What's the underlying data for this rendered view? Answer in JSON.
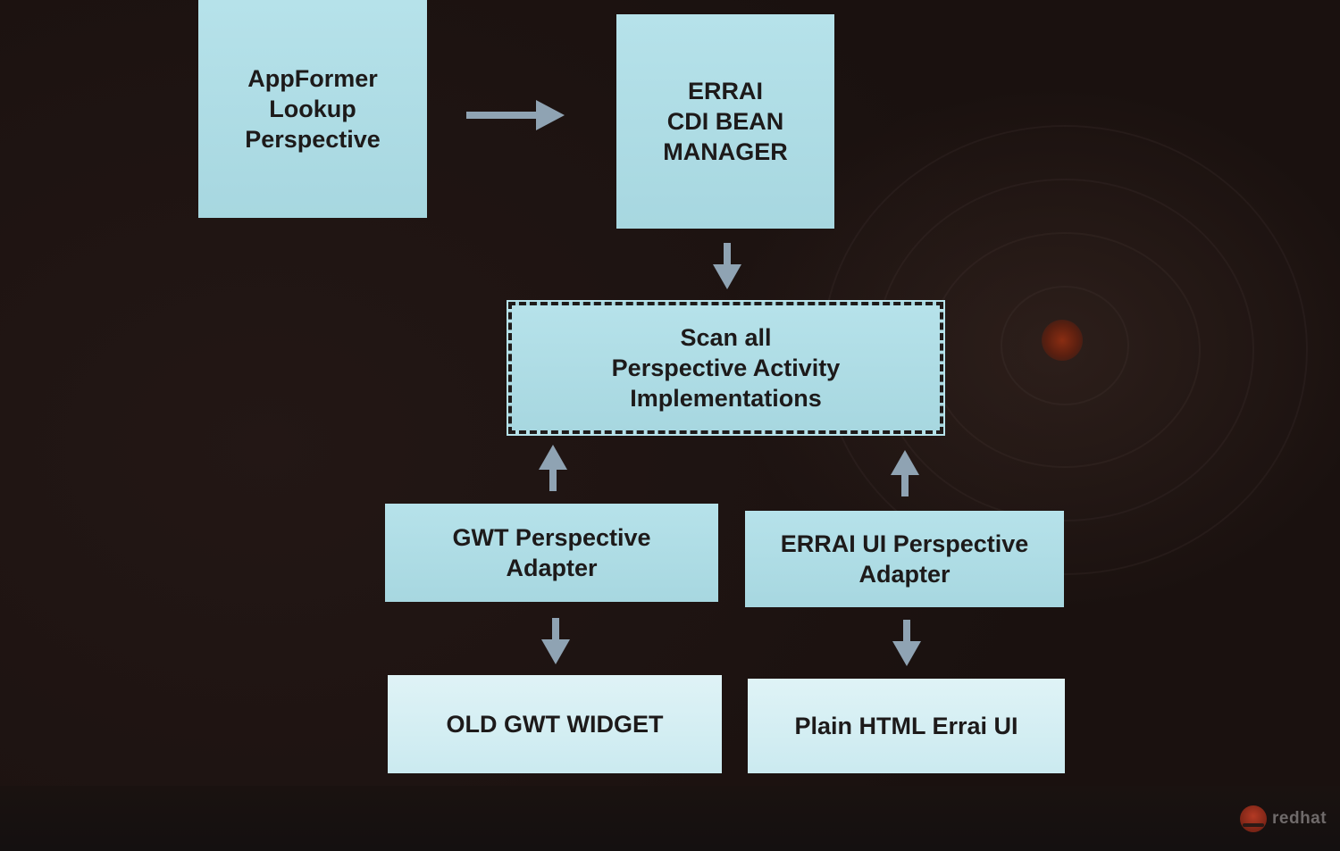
{
  "diagram": {
    "nodes": {
      "appformer": "AppFormer\nLookup\nPerspective",
      "errai_cdi": "ERRAI\nCDI BEAN\nMANAGER",
      "scan": "Scan all\nPerspective Activity\nImplementations",
      "gwt_adapter": "GWT Perspective\nAdapter",
      "errai_ui_adapter": "ERRAI UI Perspective\nAdapter",
      "old_widget": "OLD GWT WIDGET",
      "plain_html": "Plain HTML Errai UI"
    },
    "edges": [
      {
        "from": "appformer",
        "to": "errai_cdi"
      },
      {
        "from": "errai_cdi",
        "to": "scan"
      },
      {
        "from": "gwt_adapter",
        "to": "scan"
      },
      {
        "from": "errai_ui_adapter",
        "to": "scan"
      },
      {
        "from": "gwt_adapter",
        "to": "old_widget"
      },
      {
        "from": "errai_ui_adapter",
        "to": "plain_html"
      }
    ],
    "colors": {
      "box_fill": "#b1dde6",
      "box_fill_bottom": "#d8f0f4",
      "arrow": "#8fa3b3",
      "text": "#1d1a1a",
      "background": "#1c1210"
    }
  },
  "footer": {
    "logo_text": "redhat"
  }
}
